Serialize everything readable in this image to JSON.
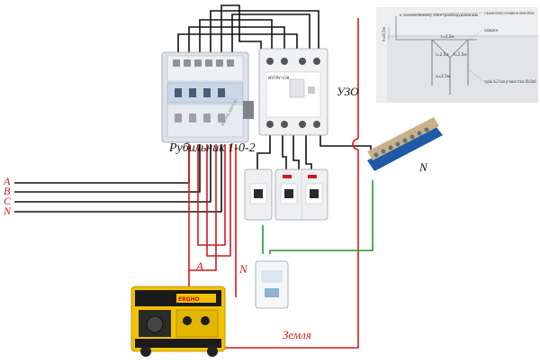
{
  "colors": {
    "wire_black": "#111111",
    "wire_red": "#d21a1a",
    "wire_green": "#1d9a2a",
    "busbar": "#1e5aa8",
    "generator_body": "#f2c200"
  },
  "labels": {
    "switch": "Рубильник 1-0-2",
    "rcd": "УЗО",
    "neutral_bus": "N",
    "phase_a": "A",
    "phase_b": "B",
    "phase_c": "C",
    "phase_n": "N",
    "gen_a": "A",
    "gen_n": "N",
    "earth": "Земля"
  },
  "device_text": {
    "rcd_model": "ИЭТРУ-V38",
    "watermark": "electro.sjsm.ru",
    "generator_brand": "ERGHO"
  },
  "grounding_sketch": {
    "note_device": "к заземляемому электрооборудованию",
    "note_strip": "стальная полоса сечением не менее 48 мм²",
    "note_weld": "сварка",
    "note_pipes": "трубы d=2' или угловая сталь 50x50x5",
    "dim_h1": "h=0,5м",
    "dim_l1": "l=2,5м",
    "dim_l2": "l=2,5м",
    "dim_l3": "l=2,5м",
    "dim_a": "a=2,5м"
  }
}
